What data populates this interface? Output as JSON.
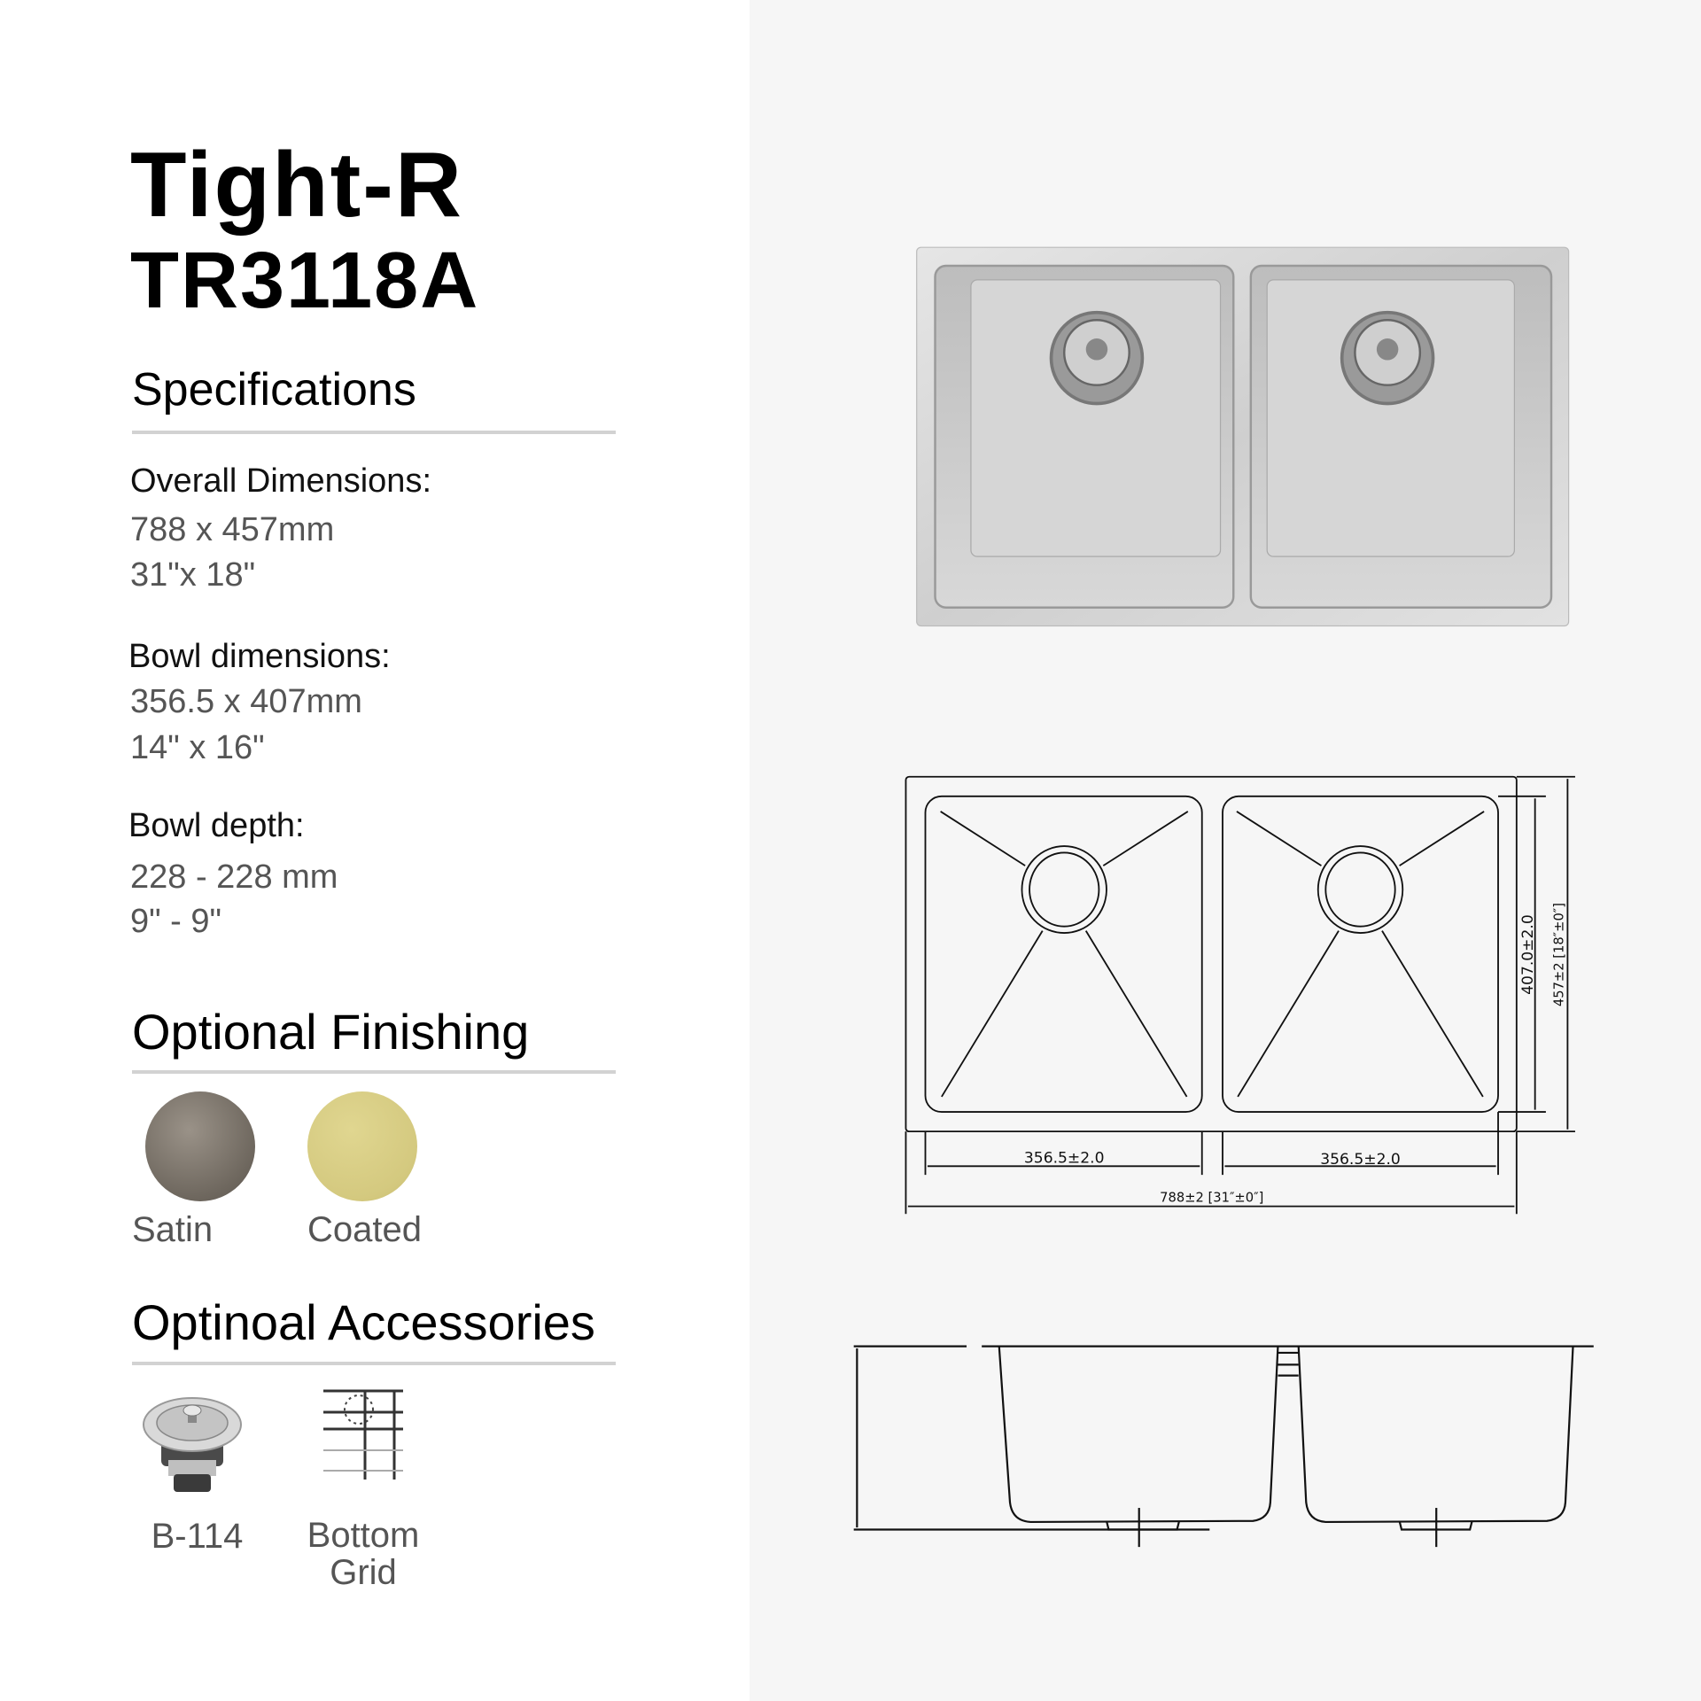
{
  "product": {
    "series": "Tight-R",
    "model": "TR3118A"
  },
  "specifications": {
    "heading": "Specifications",
    "overall": {
      "label": "Overall Dimensions:",
      "metric": "788 x 457mm",
      "imperial": "31\"x 18\""
    },
    "bowl": {
      "label": "Bowl dimensions:",
      "metric": "356.5 x 407mm",
      "imperial": "14\" x 16\""
    },
    "depth": {
      "label": "Bowl depth:",
      "metric": "228 - 228 mm",
      "imperial": "9\" - 9\""
    }
  },
  "finishing": {
    "heading": "Optional Finishing",
    "options": [
      {
        "label": "Satin",
        "color": "#7a7268"
      },
      {
        "label": "Coated",
        "color": "#d8cd86"
      }
    ]
  },
  "accessories": {
    "heading": "Optinoal Accessories",
    "items": [
      {
        "label": "B-114",
        "icon": "strainer-icon"
      },
      {
        "label_line1": "Bottom",
        "label_line2": "Grid",
        "icon": "bottom-grid-icon"
      }
    ]
  },
  "drawing": {
    "bowl_width_left": "356.5±2.0",
    "bowl_width_right": "356.5±2.0",
    "overall_width": "788±2 [31″±0″]",
    "bowl_length": "407.0±2.0",
    "overall_length": "457±2 [18″±0″]"
  }
}
